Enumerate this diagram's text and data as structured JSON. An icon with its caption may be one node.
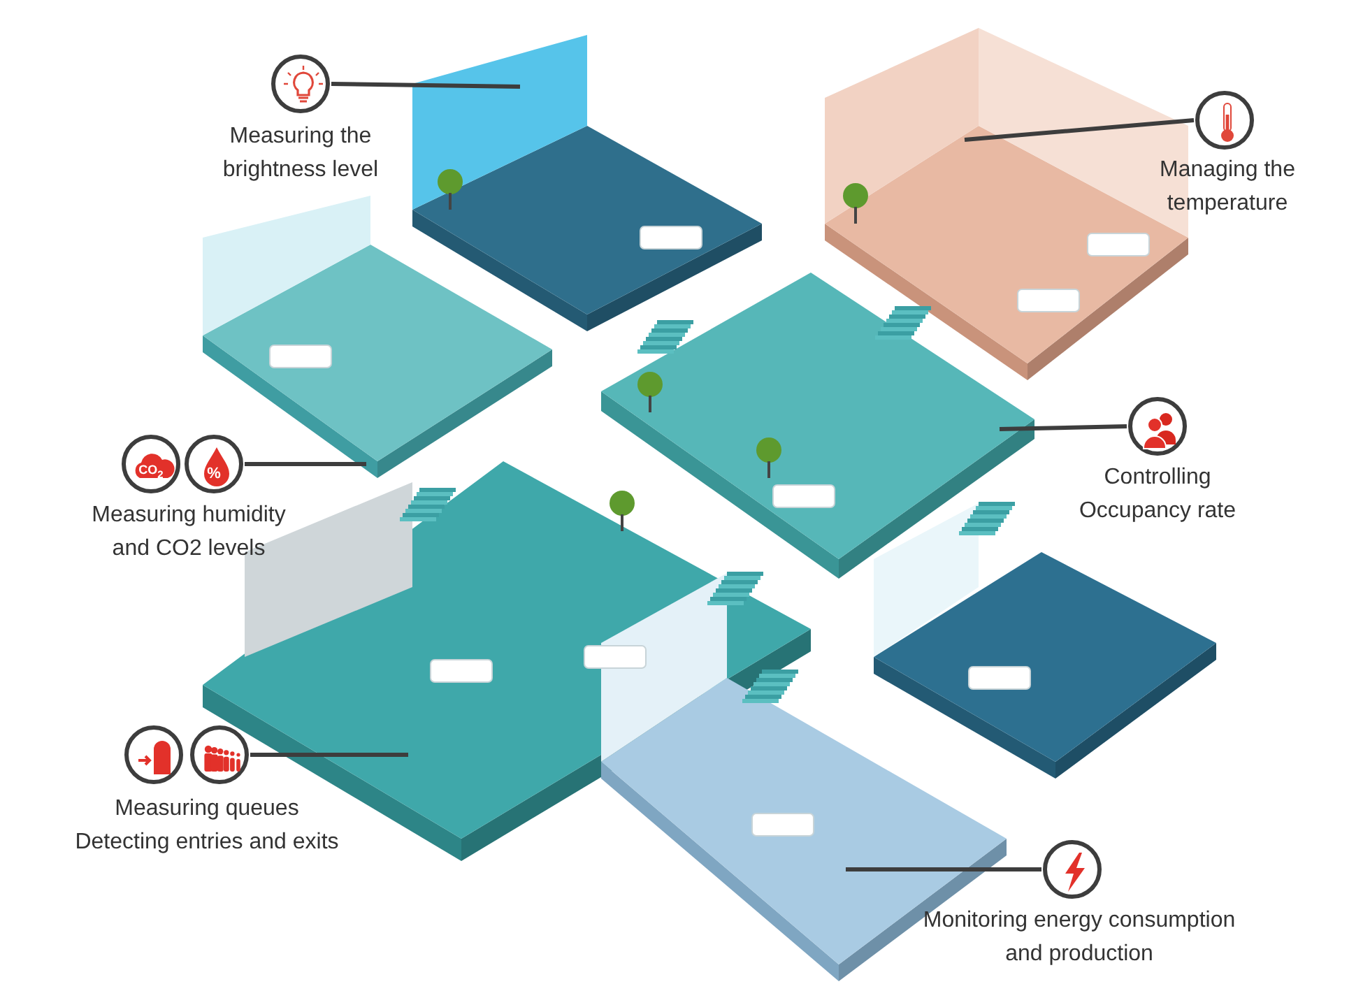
{
  "diagram": {
    "nodes": [
      {
        "text": [],
        "shape": "circle",
        "beside": [
          "Measuring the brightness level"
        ]
      },
      {
        "text": [],
        "shape": "circle",
        "beside": [
          "Managing the temperature"
        ]
      },
      {
        "text": [
          "CO$_{2}$"
        ]
      },
      {
        "text": [
          "%"
        ],
        "beside": [
          "Measuring humidity and CO2 levels"
        ]
      },
      {
        "text": [],
        "shape": "circle",
        "beside": [
          "Controlling Occupancy rate"
        ]
      },
      {
        "text": [],
        "shape": "circle"
      },
      {
        "text": [],
        "shape": "circle",
        "beside": [
          "Measuring queues",
          "Detecting entries and exits"
        ]
      },
      {
        "text": [],
        "shape": "circle",
        "beside": [
          "Monitoring energy consumption and production"
        ]
      }
    ],
    "edges": [
      {
        "from": 0,
        "to": null,
        "arrow": "none"
      },
      {
        "from": 1,
        "to": null,
        "arrow": "none"
      },
      {
        "from": 3,
        "to": null,
        "arrow": "none"
      },
      {
        "from": 4,
        "to": null,
        "arrow": "none"
      },
      {
        "from": 6,
        "to": null,
        "arrow": "none"
      },
      {
        "from": 7,
        "to": null,
        "arrow": "none"
      }
    ]
  }
}
